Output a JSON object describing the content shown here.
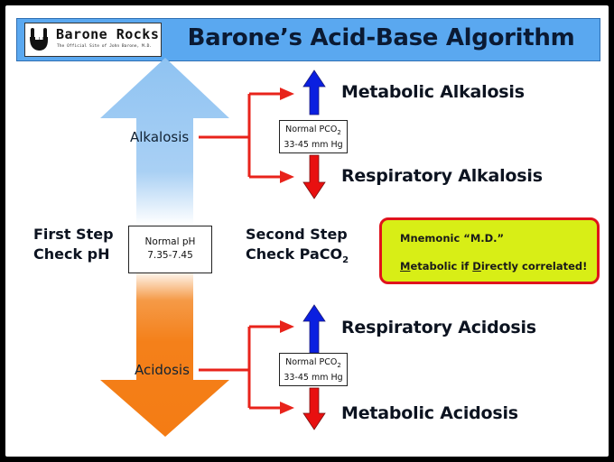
{
  "header": {
    "logo_title": "Barone Rocks",
    "logo_subtitle": "The Official Site of John Barone, M.D.",
    "title": "Barone’s Acid-Base Algorithm"
  },
  "arrows": {
    "upper_label": "Alkalosis",
    "lower_label": "Acidosis"
  },
  "center_box": {
    "line1": "Normal pH",
    "line2": "7.35-7.45"
  },
  "first_step": {
    "line1": "First Step",
    "line2": "Check pH"
  },
  "second_step": {
    "line1": "Second Step",
    "line2_prefix": "Check PaCO",
    "line2_sub": "2"
  },
  "upper_box": {
    "line1_prefix": "Normal PCO",
    "line1_sub": "2",
    "line2": "33-45 mm Hg"
  },
  "lower_box": {
    "line1_prefix": "Normal PCO",
    "line1_sub": "2",
    "line2": "33-45 mm Hg"
  },
  "results": {
    "metabolic_alkalosis": "Metabolic Alkalosis",
    "respiratory_alkalosis": "Respiratory Alkalosis",
    "respiratory_acidosis": "Respiratory Acidosis",
    "metabolic_acidosis": "Metabolic Acidosis"
  },
  "mnemonic": {
    "line1": "Mnemonic “M.D.”",
    "line2_m": "M",
    "line2_a": "etabolic if ",
    "line2_d": "D",
    "line2_b": "irectly correlated!"
  },
  "colors": {
    "header_bg": "#5aa8f0",
    "alkalosis_arrow": "#8fc3f2",
    "acidosis_arrow": "#f47c14",
    "connector_red": "#e8231b",
    "up_arrow_blue": "#0a1fe0",
    "down_arrow_red": "#e81010",
    "mnemonic_bg": "#d8ee16"
  }
}
